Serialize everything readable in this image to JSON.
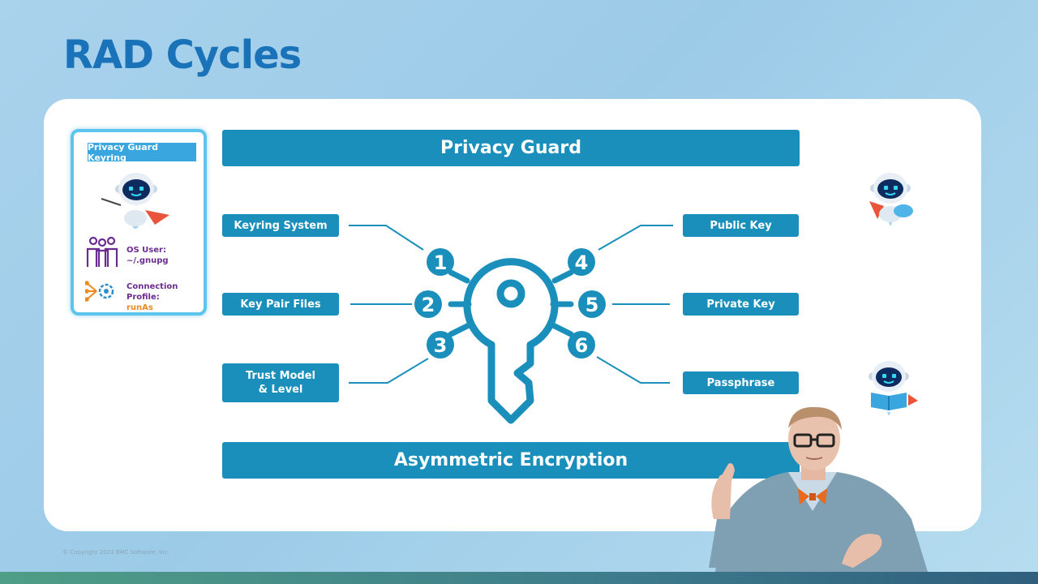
{
  "slide": {
    "title": "RAD Cycles",
    "copyright": "© Copyright 2023 BMC Software, Inc."
  },
  "diagram": {
    "top_bar": "Privacy Guard",
    "bottom_bar": "Asymmetric Encryption",
    "left_items": [
      {
        "number": "1",
        "label": "Keyring System"
      },
      {
        "number": "2",
        "label": "Key Pair Files"
      },
      {
        "number": "3",
        "label": "Trust Model & Level"
      }
    ],
    "right_items": [
      {
        "number": "4",
        "label": "Public Key"
      },
      {
        "number": "5",
        "label": "Private Key"
      },
      {
        "number": "6",
        "label": "Passphrase"
      }
    ],
    "accent_color": "#1a8fbb"
  },
  "keyring_panel": {
    "title": "Privacy Guard Keyring",
    "os_user_label": "OS User:",
    "os_user_value": "~/.gnupg",
    "connection_label": "Connection Profile:",
    "connection_value": "runAs",
    "border_color": "#5bc5ee"
  }
}
